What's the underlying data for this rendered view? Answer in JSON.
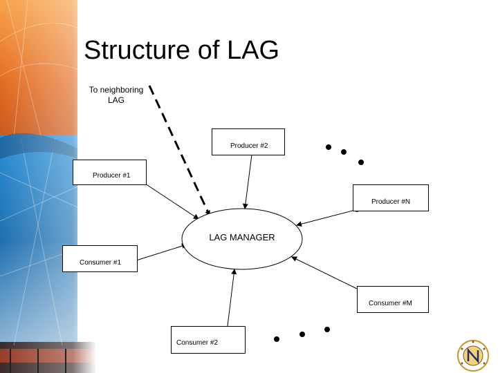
{
  "slide": {
    "title": "Structure of LAG",
    "neighbor_note": "To neighboring LAG",
    "manager": "LAG MANAGER"
  },
  "nodes": {
    "producer_1": "Producer #1",
    "producer_2": "Producer #2",
    "producer_n": "Producer #N",
    "consumer_1": "Consumer #1",
    "consumer_2": "Consumer #2",
    "consumer_m": "Consumer #M"
  },
  "colors": {
    "background_orange": "#e8772a",
    "background_blue": "#1d6fb0",
    "line": "#000000"
  },
  "icons": {
    "logo": "university-seal-icon"
  }
}
